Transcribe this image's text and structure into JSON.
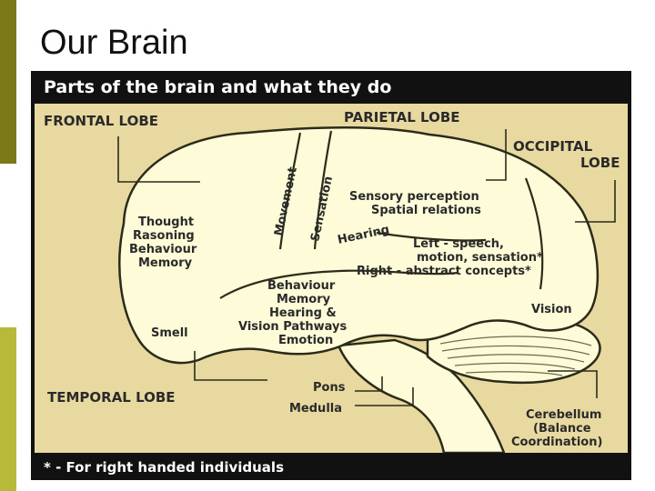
{
  "slide": {
    "title": "Our Brain"
  },
  "figure": {
    "header": "Parts of the brain and what they do",
    "footer": "* - For right handed individuals",
    "lobe_labels": {
      "frontal": "FRONTAL LOBE",
      "parietal": "PARIETAL LOBE",
      "occipital_1": "OCCIPITAL",
      "occipital_2": "LOBE",
      "temporal": "TEMPORAL LOBE"
    },
    "functions": {
      "movement": "Movement",
      "sensation": "Sensation",
      "hearing": "Hearing",
      "frontal": [
        "Thought",
        "Rasoning",
        "Behaviour",
        "Memory"
      ],
      "parietal": [
        "Sensory perception",
        "Spatial relations"
      ],
      "left_right": [
        "Left - speech,",
        "motion, sensation*",
        "Right - abstract concepts*"
      ],
      "temporal": [
        "Behaviour",
        "Memory",
        "Hearing &",
        "Vision Pathways",
        "Emotion"
      ],
      "smell": "Smell",
      "vision": "Vision",
      "pons": "Pons",
      "medulla": "Medulla",
      "cerebellum": [
        "Cerebellum",
        "(Balance",
        "Coordination)"
      ]
    },
    "colors": {
      "background": "#e8d9a0",
      "brain": "#fdfbd8",
      "outline": "#2b2b1a",
      "frame": "#111111",
      "text": "#2a2a2a"
    }
  }
}
